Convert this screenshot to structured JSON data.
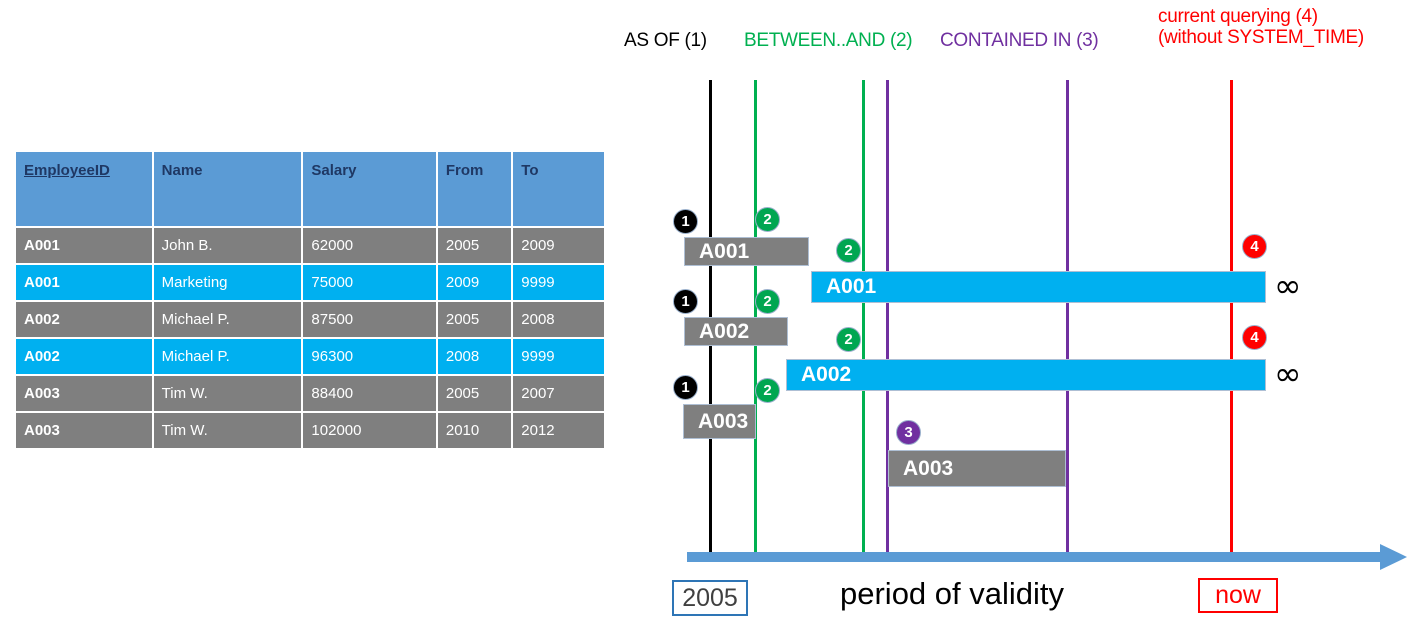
{
  "table": {
    "columns": [
      "EmployeeID",
      "Name",
      "Salary",
      "From",
      "To"
    ],
    "rows": [
      {
        "style": "gray",
        "EmployeeID": "A001",
        "Name": "John  B.",
        "Salary": "62000",
        "From": "2005",
        "To": "2009"
      },
      {
        "style": "cyan",
        "EmployeeID": "A001",
        "Name": "Marketing",
        "Salary": "75000",
        "From": "2009",
        "To": "9999"
      },
      {
        "style": "gray",
        "EmployeeID": "A002",
        "Name": "Michael P.",
        "Salary": "87500",
        "From": "2005",
        "To": "2008"
      },
      {
        "style": "cyan",
        "EmployeeID": "A002",
        "Name": "Michael P.",
        "Salary": "96300",
        "From": "2008",
        "To": "9999"
      },
      {
        "style": "gray",
        "EmployeeID": "A003",
        "Name": "Tim W.",
        "Salary": "88400",
        "From": "2005",
        "To": "2007"
      },
      {
        "style": "gray",
        "EmployeeID": "A003",
        "Name": "Tim W.",
        "Salary": "102000",
        "From": "2010",
        "To": "2012"
      }
    ]
  },
  "legend": {
    "as_of": "AS OF (1)",
    "between_and": "BETWEEN..AND (2)",
    "contained_in": "CONTAINED IN (3)",
    "current_line1": "current querying (4)",
    "current_line2": "(without SYSTEM_TIME)"
  },
  "axis": {
    "start_label": "2005",
    "end_label": "now",
    "title": "period of validity"
  },
  "bars": [
    {
      "label": "A001",
      "style": "gray"
    },
    {
      "label": "A001",
      "style": "cyan"
    },
    {
      "label": "A002",
      "style": "gray"
    },
    {
      "label": "A002",
      "style": "cyan"
    },
    {
      "label": "A003",
      "style": "gray"
    },
    {
      "label": "A003",
      "style": "gray"
    }
  ],
  "badges": {
    "b1": "1",
    "b2": "2",
    "b3": "3",
    "b4": "4"
  },
  "infinity_symbol": "∞",
  "colors": {
    "as_of": "#000000",
    "between_and": "#00b050",
    "contained_in": "#7030a0",
    "current": "#ff0000",
    "header_fill": "#5b9bd5",
    "header_text": "#1f3864",
    "row_gray": "#7f7f7f",
    "row_cyan": "#00b0f0",
    "axis": "#5b9bd5"
  }
}
